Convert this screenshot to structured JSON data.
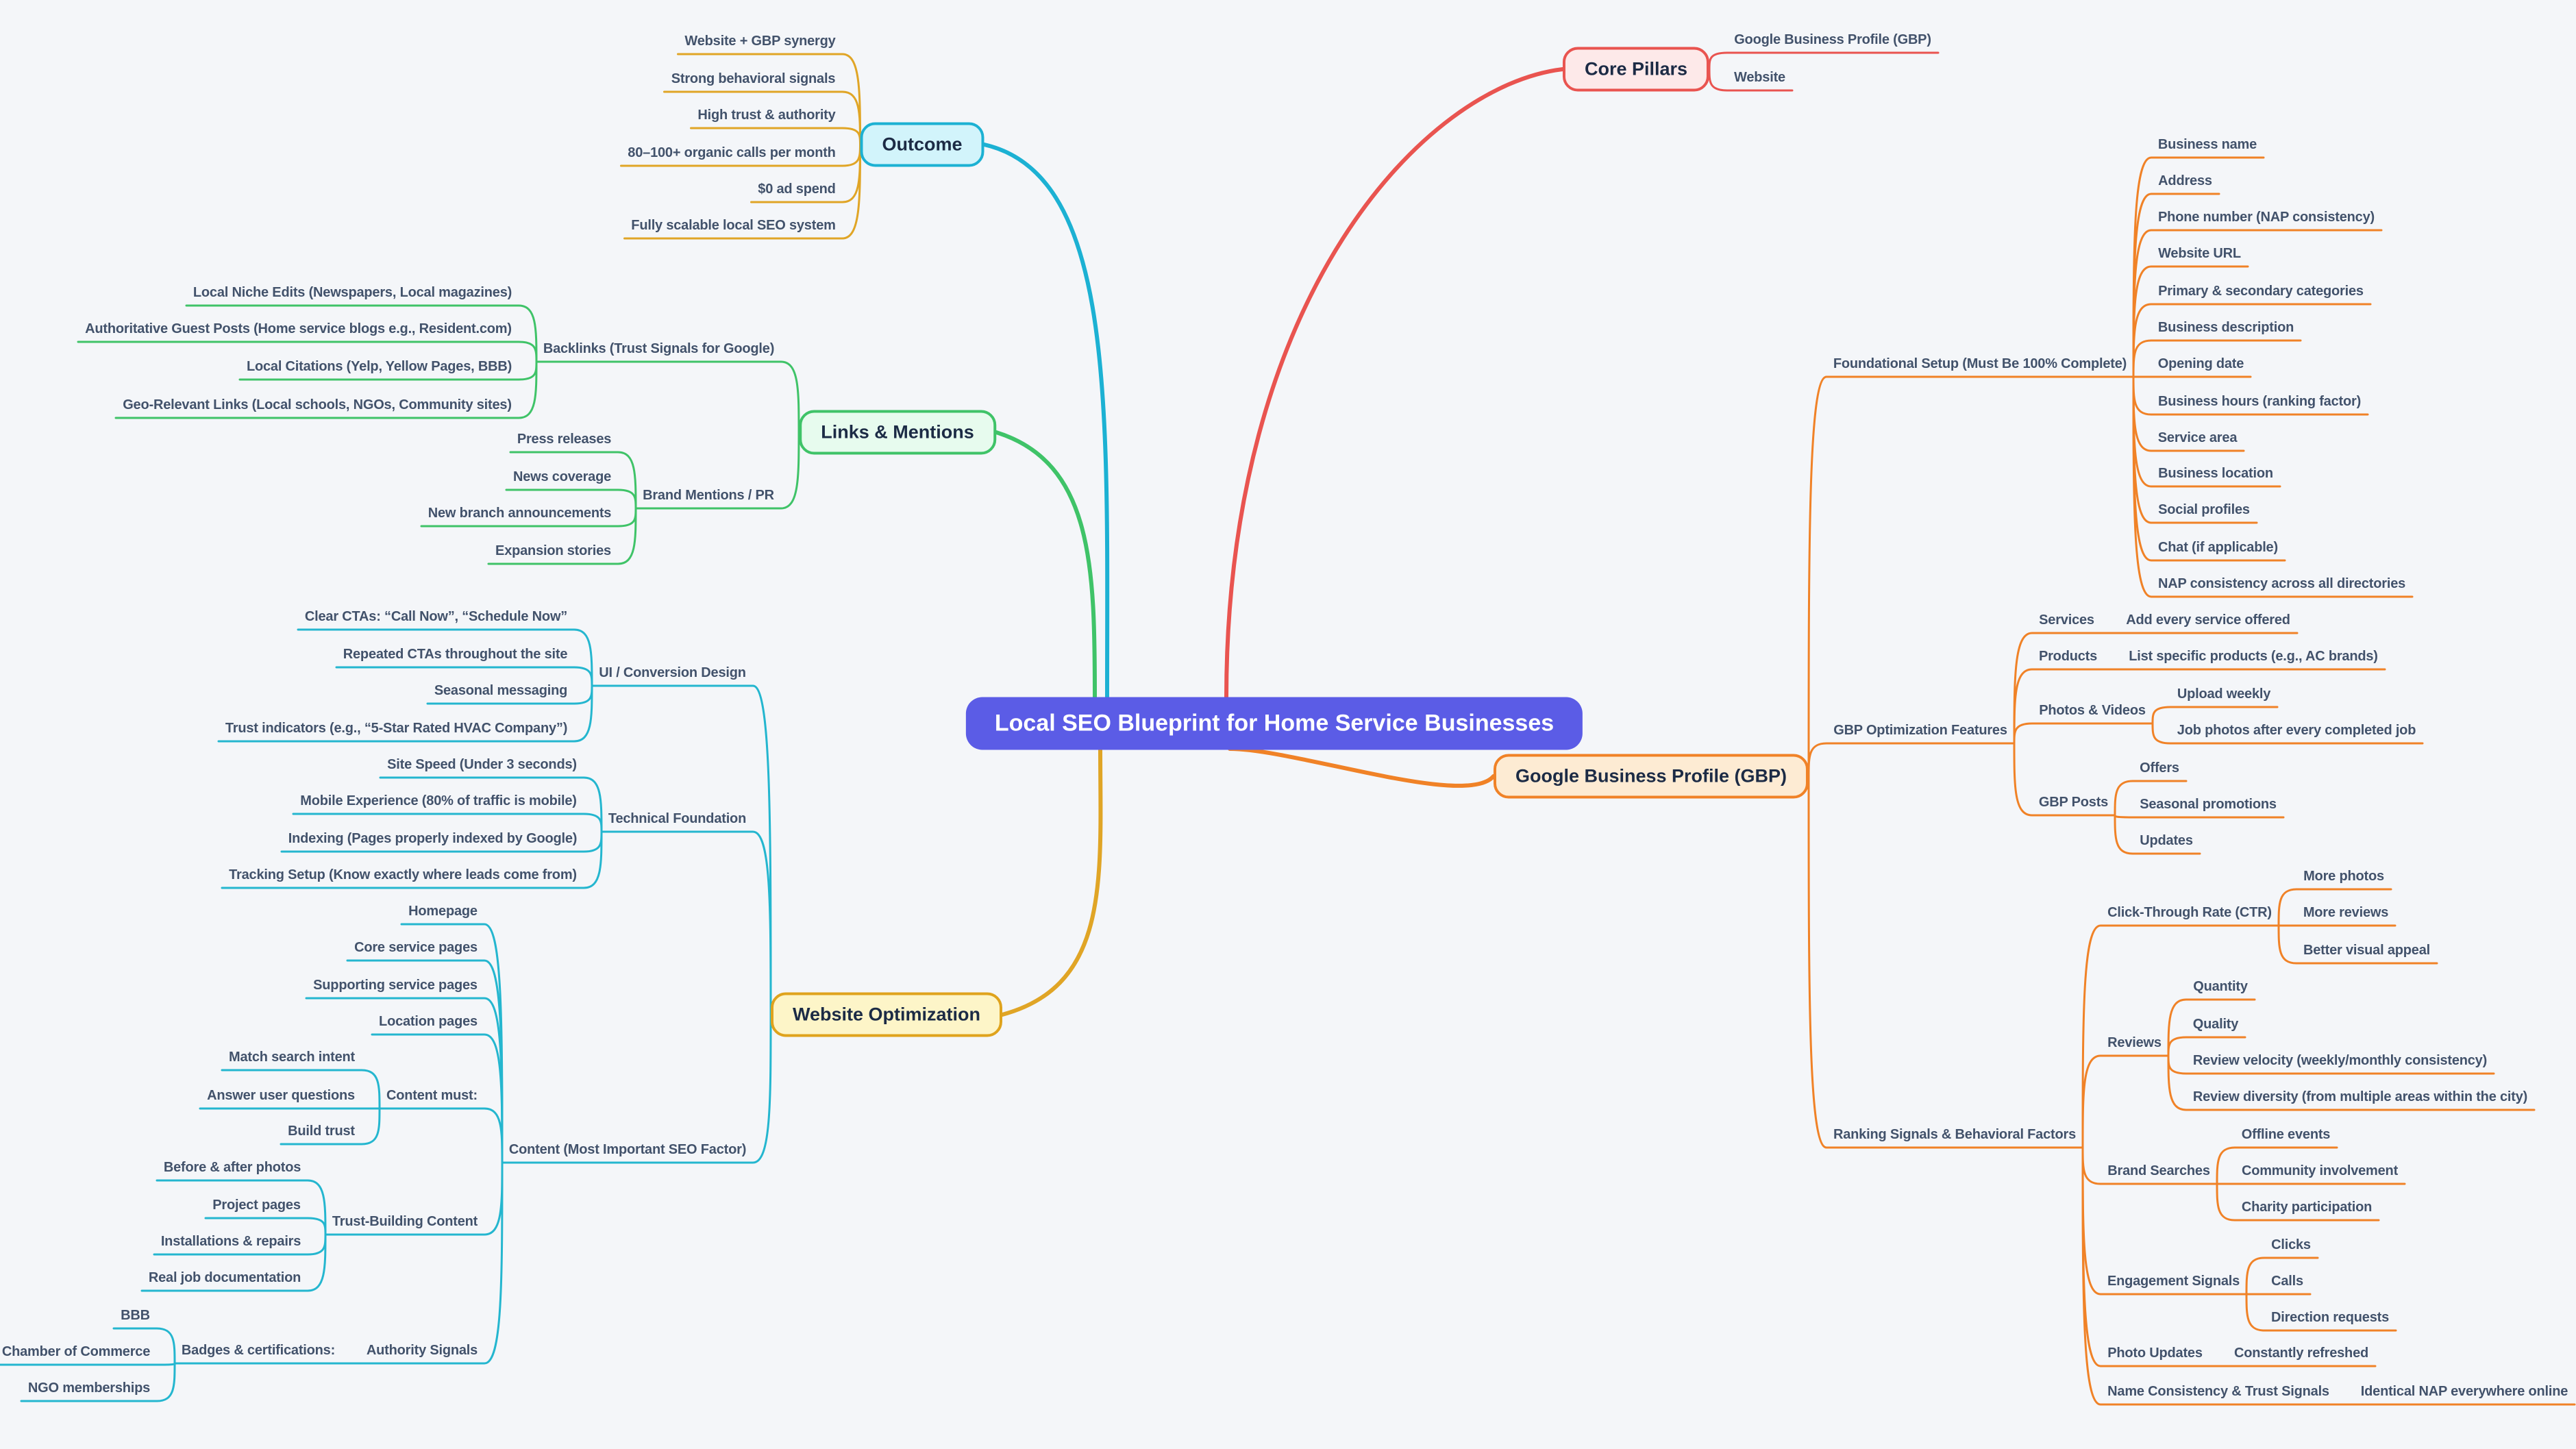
{
  "title": "Local SEO Blueprint for Home Service Businesses",
  "colors": {
    "background": "#f4f6f9",
    "center_fill": "#5b5ce6",
    "center_text": "#ffffff",
    "label_text": "#42526b",
    "node_text": "#1c2b45",
    "core_pillars": "#e95450",
    "core_pillars_fill": "#fde9e9",
    "gbp": "#f08227",
    "gbp_fill": "#fdebd3",
    "outcome": "#1cb1d3",
    "outcome_fill": "#d2f4fb",
    "outcome_children": "#e0a526",
    "links": "#3fc368",
    "links_fill": "#e7fbee",
    "website_trunk": "#e0a526",
    "website_border": "#dfa31d",
    "website_fill": "#fdf5c8",
    "website_children": "#24b6cf"
  },
  "branches": [
    {
      "label": "Core Pillars",
      "children": [
        {
          "label": "Google Business Profile (GBP)"
        },
        {
          "label": "Website"
        }
      ]
    },
    {
      "label": "Google Business Profile (GBP)",
      "children": [
        {
          "label": "Foundational Setup (Must Be 100% Complete)",
          "children": [
            {
              "label": "Business name"
            },
            {
              "label": "Address"
            },
            {
              "label": "Phone number (NAP consistency)"
            },
            {
              "label": "Website URL"
            },
            {
              "label": "Primary & secondary categories"
            },
            {
              "label": "Business description"
            },
            {
              "label": "Opening date"
            },
            {
              "label": "Business hours (ranking factor)"
            },
            {
              "label": "Service area"
            },
            {
              "label": "Business location"
            },
            {
              "label": "Social profiles"
            },
            {
              "label": "Chat (if applicable)"
            },
            {
              "label": "NAP consistency across all directories"
            }
          ]
        },
        {
          "label": "GBP Optimization Features",
          "children": [
            {
              "label": "Services",
              "children": [
                {
                  "label": "Add every service offered"
                }
              ]
            },
            {
              "label": "Products",
              "children": [
                {
                  "label": "List specific products (e.g., AC brands)"
                }
              ]
            },
            {
              "label": "Photos & Videos",
              "children": [
                {
                  "label": "Upload weekly"
                },
                {
                  "label": "Job photos after every completed job"
                }
              ]
            },
            {
              "label": "GBP Posts",
              "children": [
                {
                  "label": "Offers"
                },
                {
                  "label": "Seasonal promotions"
                },
                {
                  "label": "Updates"
                }
              ]
            }
          ]
        },
        {
          "label": "Ranking Signals & Behavioral Factors",
          "children": [
            {
              "label": "Click-Through Rate (CTR)",
              "children": [
                {
                  "label": "More photos"
                },
                {
                  "label": "More reviews"
                },
                {
                  "label": "Better visual appeal"
                }
              ]
            },
            {
              "label": "Reviews",
              "children": [
                {
                  "label": "Quantity"
                },
                {
                  "label": "Quality"
                },
                {
                  "label": "Review velocity (weekly/monthly consistency)"
                },
                {
                  "label": "Review diversity (from multiple areas within the city)"
                }
              ]
            },
            {
              "label": "Brand Searches",
              "children": [
                {
                  "label": "Offline events"
                },
                {
                  "label": "Community involvement"
                },
                {
                  "label": "Charity participation"
                }
              ]
            },
            {
              "label": "Engagement Signals",
              "children": [
                {
                  "label": "Clicks"
                },
                {
                  "label": "Calls"
                },
                {
                  "label": "Direction requests"
                }
              ]
            },
            {
              "label": "Photo Updates",
              "children": [
                {
                  "label": "Constantly refreshed"
                }
              ]
            },
            {
              "label": "Name Consistency & Trust Signals",
              "children": [
                {
                  "label": "Identical NAP everywhere online"
                }
              ]
            }
          ]
        }
      ]
    },
    {
      "label": "Outcome",
      "children": [
        {
          "label": "Website + GBP synergy"
        },
        {
          "label": "Strong behavioral signals"
        },
        {
          "label": "High trust & authority"
        },
        {
          "label": "80–100+ organic calls per month"
        },
        {
          "label": "$0 ad spend"
        },
        {
          "label": "Fully scalable local SEO system"
        }
      ]
    },
    {
      "label": "Links & Mentions",
      "children": [
        {
          "label": "Backlinks (Trust Signals for Google)",
          "children": [
            {
              "label": "Local Niche Edits (Newspapers, Local magazines)"
            },
            {
              "label": "Authoritative Guest Posts (Home service blogs e.g., Resident.com)"
            },
            {
              "label": "Local Citations (Yelp, Yellow Pages, BBB)"
            },
            {
              "label": "Geo-Relevant Links (Local schools, NGOs, Community sites)"
            }
          ]
        },
        {
          "label": "Brand Mentions / PR",
          "children": [
            {
              "label": "Press releases"
            },
            {
              "label": "News coverage"
            },
            {
              "label": "New branch announcements"
            },
            {
              "label": "Expansion stories"
            }
          ]
        }
      ]
    },
    {
      "label": "Website Optimization",
      "children": [
        {
          "label": "UI / Conversion Design",
          "children": [
            {
              "label": "Clear CTAs: “Call Now”, “Schedule Now”"
            },
            {
              "label": "Repeated CTAs throughout the site"
            },
            {
              "label": "Seasonal messaging"
            },
            {
              "label": "Trust indicators (e.g., “5-Star Rated HVAC Company”)"
            }
          ]
        },
        {
          "label": "Technical Foundation",
          "children": [
            {
              "label": "Site Speed (Under 3 seconds)"
            },
            {
              "label": "Mobile Experience (80% of traffic is mobile)"
            },
            {
              "label": "Indexing (Pages properly indexed by Google)"
            },
            {
              "label": "Tracking Setup (Know exactly where leads come from)"
            }
          ]
        },
        {
          "label": "Content (Most Important SEO Factor)",
          "children": [
            {
              "label": "Homepage"
            },
            {
              "label": "Core service pages"
            },
            {
              "label": "Supporting service pages"
            },
            {
              "label": "Location pages"
            },
            {
              "label": "Content must:",
              "children": [
                {
                  "label": "Match search intent"
                },
                {
                  "label": "Answer user questions"
                },
                {
                  "label": "Build trust"
                }
              ]
            },
            {
              "label": "Trust-Building Content",
              "children": [
                {
                  "label": "Before & after photos"
                },
                {
                  "label": "Project pages"
                },
                {
                  "label": "Installations & repairs"
                },
                {
                  "label": "Real job documentation"
                }
              ]
            },
            {
              "label": "Authority Signals",
              "children": [
                {
                  "label": "Badges & certifications:",
                  "children": [
                    {
                      "label": "BBB"
                    },
                    {
                      "label": "Chamber of Commerce"
                    },
                    {
                      "label": "NGO memberships"
                    }
                  ]
                }
              ]
            }
          ]
        }
      ]
    }
  ]
}
